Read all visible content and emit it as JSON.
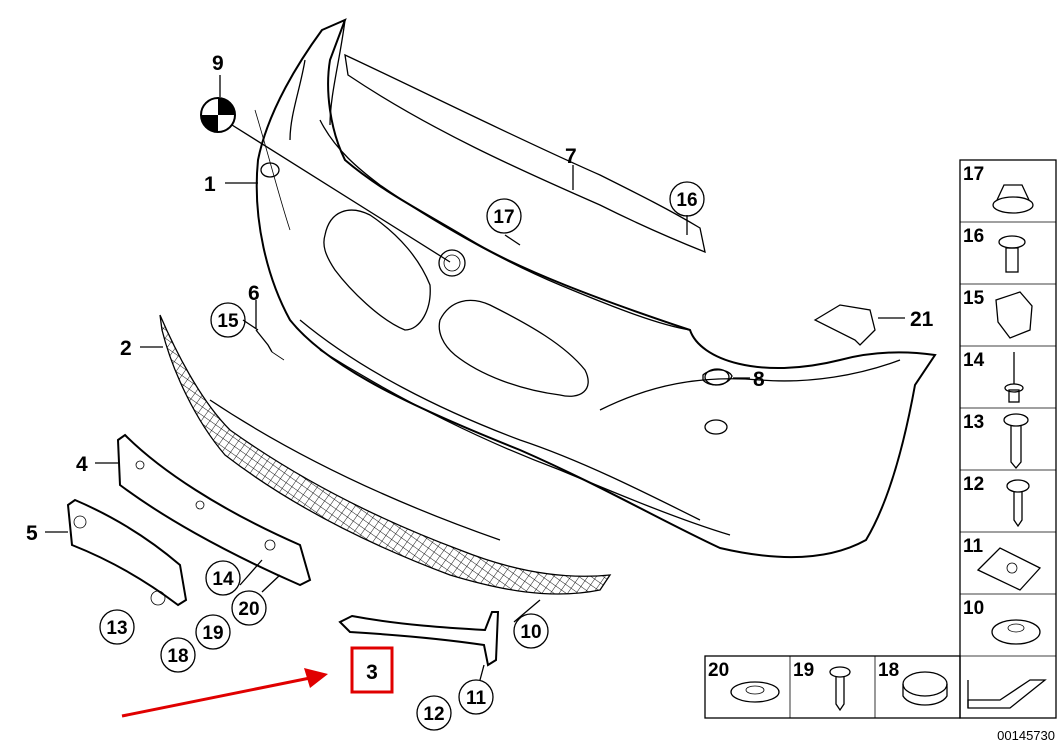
{
  "callouts": [
    {
      "id": "c1",
      "text": "1"
    },
    {
      "id": "c2",
      "text": "2"
    },
    {
      "id": "c4",
      "text": "4"
    },
    {
      "id": "c5",
      "text": "5"
    },
    {
      "id": "c6",
      "text": "6"
    },
    {
      "id": "c7",
      "text": "7"
    },
    {
      "id": "c8",
      "text": "8"
    },
    {
      "id": "c9",
      "text": "9"
    },
    {
      "id": "c21",
      "text": "21"
    },
    {
      "id": "c3",
      "text": "3"
    }
  ],
  "circled": [
    {
      "id": "r17",
      "text": "17"
    },
    {
      "id": "r16",
      "text": "16"
    },
    {
      "id": "r15",
      "text": "15"
    },
    {
      "id": "r14",
      "text": "14"
    },
    {
      "id": "r13",
      "text": "13"
    },
    {
      "id": "r20",
      "text": "20"
    },
    {
      "id": "r19",
      "text": "19"
    },
    {
      "id": "r18",
      "text": "18"
    },
    {
      "id": "r10",
      "text": "10"
    },
    {
      "id": "r11",
      "text": "11"
    },
    {
      "id": "r12",
      "text": "12"
    }
  ],
  "side_panel": [
    "17",
    "16",
    "15",
    "14",
    "13",
    "12",
    "11",
    "10"
  ],
  "bottom_panel": [
    "20",
    "19",
    "18"
  ],
  "highlight": {
    "text": "3",
    "color": "#e00000"
  },
  "arrow_color": "#e00000",
  "document_number": "00145730"
}
